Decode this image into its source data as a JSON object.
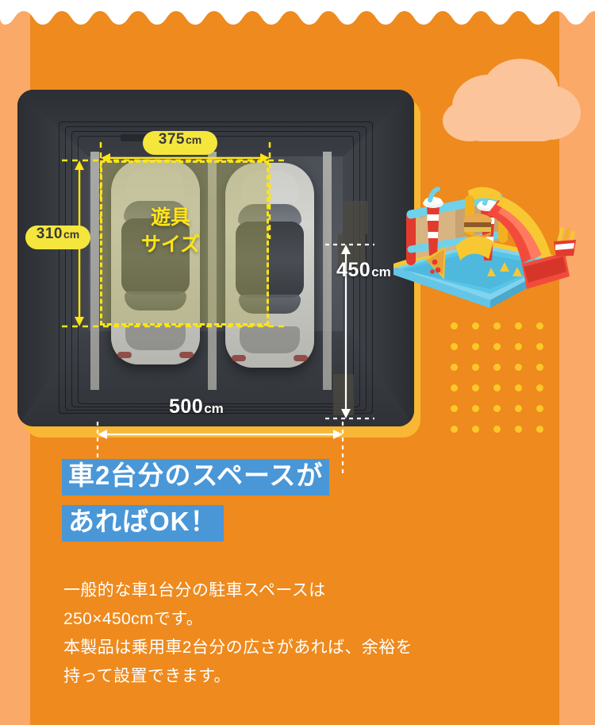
{
  "theme": {
    "outer_bg": "#fba968",
    "inner_panel_bg": "#ee8a1e",
    "cloud_color": "#fcc49a",
    "dot_color": "#fcc829",
    "badge_yellow": "#f5e63d",
    "dashed_yellow": "#ffe417",
    "highlight_blue": "#4a97d8",
    "card_border_yellow": "#f9b733",
    "text_white": "#ffffff"
  },
  "diagram": {
    "alt_name": "garage-top-view-two-cars",
    "footprint_label_line1": "遊具",
    "footprint_label_line2": "サイズ",
    "dimensions": {
      "equipment_width": {
        "num": "375",
        "unit": "cm"
      },
      "equipment_depth": {
        "num": "310",
        "unit": "cm"
      },
      "garage_depth": {
        "num": "450",
        "unit": "cm"
      },
      "garage_width": {
        "num": "500",
        "unit": "cm"
      }
    }
  },
  "product": {
    "alt_name": "inflatable-water-park-bouncy-castle"
  },
  "headline": {
    "line1": "車2台分のスペースが",
    "line2": "あればOK！"
  },
  "body": {
    "line1": "一般的な車1台分の駐車スペースは",
    "line2": "250×450cmです。",
    "line3": "本製品は乗用車2台分の広さがあれば、余裕を",
    "line4": "持って設置できます。"
  }
}
